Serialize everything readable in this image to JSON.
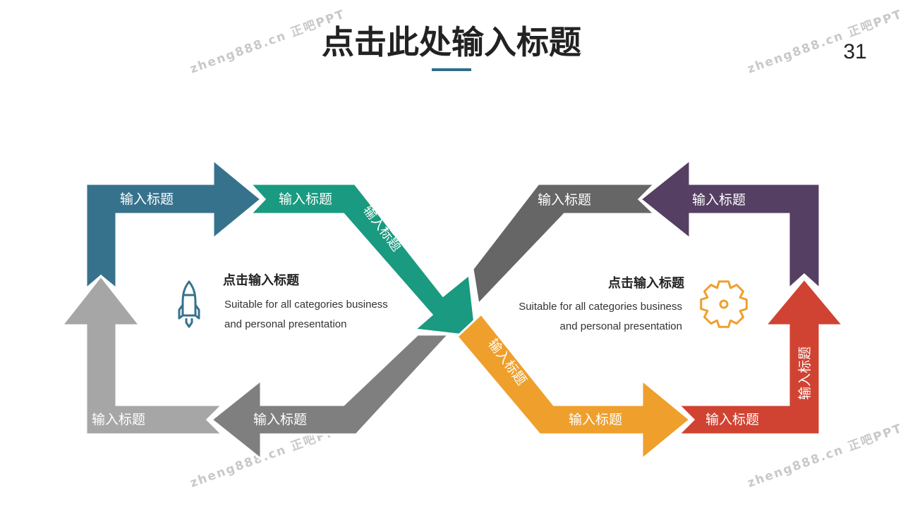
{
  "title": "点击此处输入标题",
  "page_number": "31",
  "watermark": "zheng888.cn 正吧PPT",
  "colors": {
    "blue": "#37728d",
    "teal": "#1a9a80",
    "dark_gray_lower": "#7f7f7f",
    "light_gray": "#a6a6a6",
    "dark_gray_upper": "#666666",
    "purple": "#553f63",
    "red": "#d04332",
    "orange": "#ef9f2c",
    "accent_line": "#2e6e8a"
  },
  "arrows": [
    {
      "name": "blue",
      "label": "输入标题"
    },
    {
      "name": "teal",
      "label": "输入标题",
      "diagonal_label": "输入标题"
    },
    {
      "name": "dark-gray-lower",
      "label": "输入标题"
    },
    {
      "name": "light-gray",
      "label": "输入标题"
    },
    {
      "name": "dark-gray-upper",
      "label": "输入标题"
    },
    {
      "name": "purple",
      "label": "输入标题"
    },
    {
      "name": "red",
      "label": "输入标题",
      "vertical_label": "输入标题"
    },
    {
      "name": "orange",
      "label": "输入标题",
      "diagonal_label": "输入标题"
    }
  ],
  "left_block": {
    "icon": "rocket-icon",
    "heading": "点击输入标题",
    "line1": "Suitable for all categories business",
    "line2": "and personal presentation"
  },
  "right_block": {
    "icon": "gear-icon",
    "heading": "点击输入标题",
    "line1": "Suitable for all categories business",
    "line2": "and personal presentation"
  }
}
